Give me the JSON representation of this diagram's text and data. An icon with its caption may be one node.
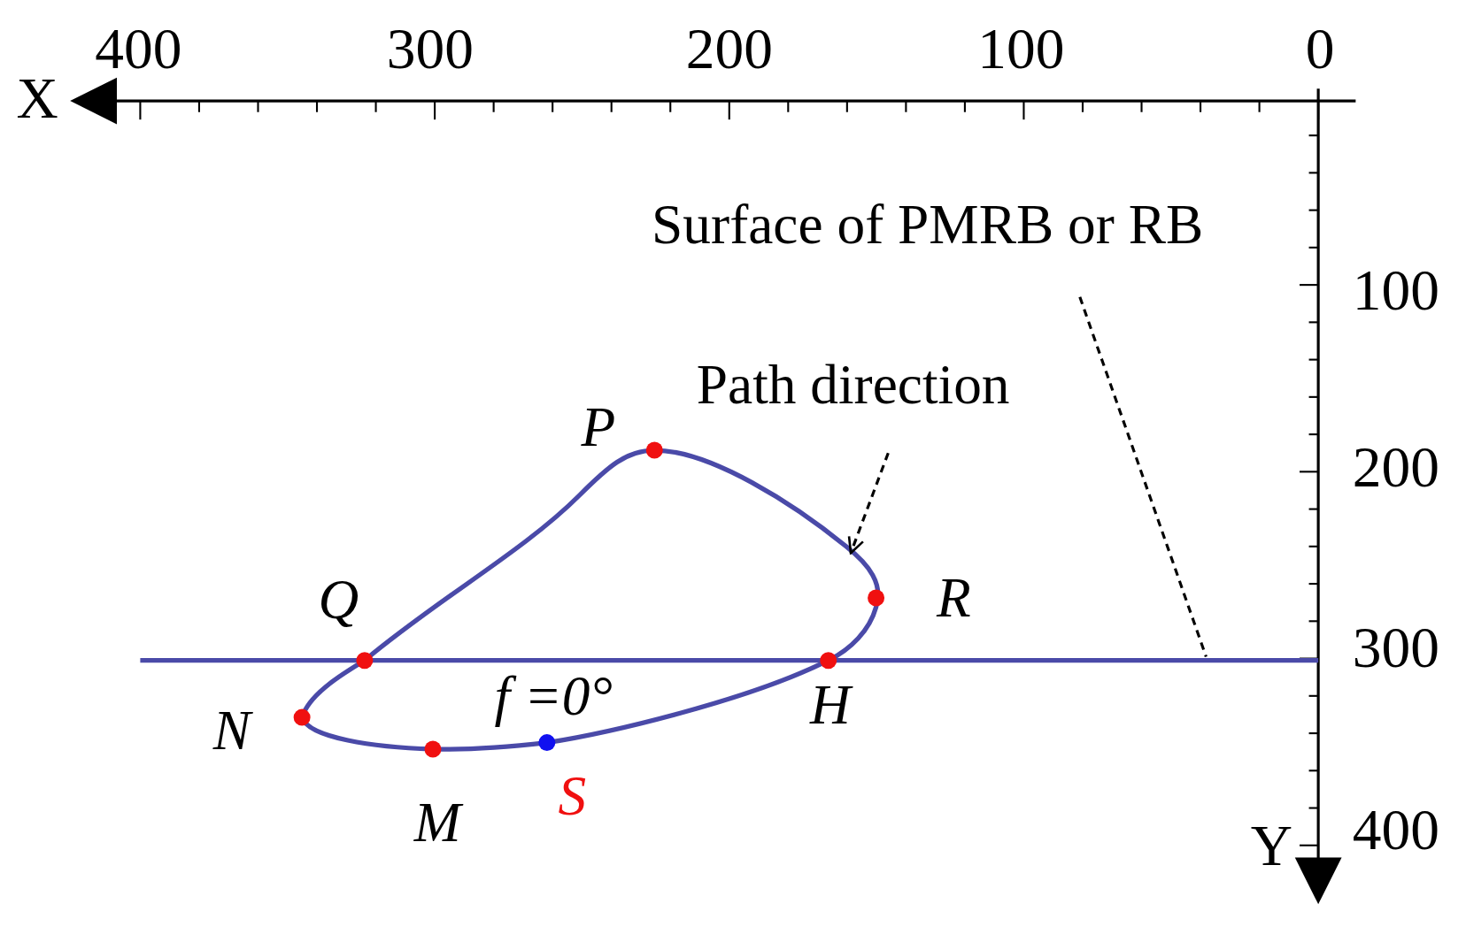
{
  "diagram": {
    "nodes": [
      {
        "text": [
          "Surface of PMRB or RB"
        ]
      },
      {
        "text": [],
        "shape": "line"
      },
      {
        "text": [
          "Path direction"
        ]
      },
      {
        "text": [],
        "shape": "curve"
      }
    ],
    "edges": [
      {
        "from": 0,
        "to": 1,
        "arrow": "none",
        "style": "dashed"
      },
      {
        "from": 2,
        "to": 3,
        "arrow": "to",
        "style": "dashed"
      }
    ],
    "labels": [
      "400",
      "300",
      "200",
      "100",
      "0",
      "X",
      "100",
      "P",
      "200",
      "Q",
      "R",
      "300",
      "f =0°",
      "H",
      "N",
      "S",
      "M",
      "Y",
      "400"
    ]
  }
}
